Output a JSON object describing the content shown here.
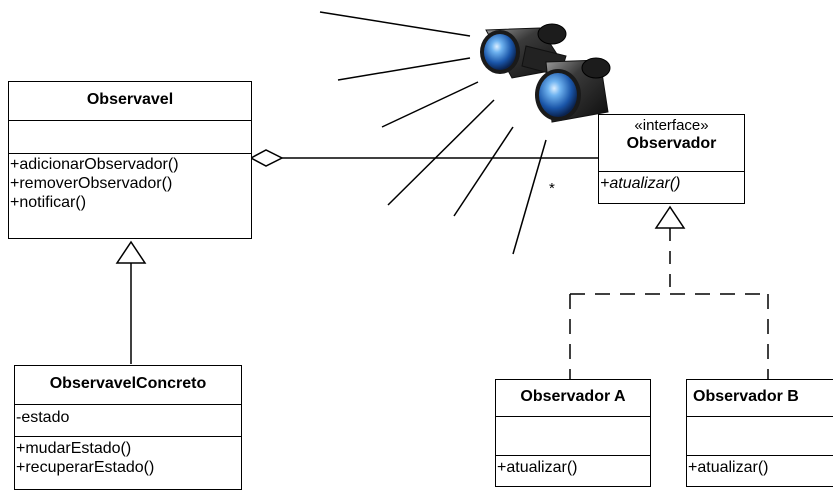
{
  "classes": {
    "observavel": {
      "name": "Observavel",
      "attributes": [],
      "methods": [
        "+adicionarObservador()",
        "+removerObservador()",
        "+notificar()"
      ]
    },
    "observador": {
      "stereotype": "«interface»",
      "name": "Observador",
      "methods": [
        "+atualizar()"
      ]
    },
    "observavel_concreto": {
      "name": "ObservavelConcreto",
      "attributes": [
        "-estado"
      ],
      "methods": [
        "+mudarEstado()",
        "+recuperarEstado()"
      ]
    },
    "observador_a": {
      "name": "Observador A",
      "methods": [
        "+atualizar()"
      ]
    },
    "observador_b": {
      "name": "Observador B",
      "methods": [
        "+atualizar()"
      ]
    }
  },
  "association": {
    "multiplicity": "*"
  },
  "icon": "binoculars-icon",
  "colors": {
    "line": "#000000",
    "lens": "#1e5fb4",
    "binocular_body": "#2b2b2b"
  }
}
